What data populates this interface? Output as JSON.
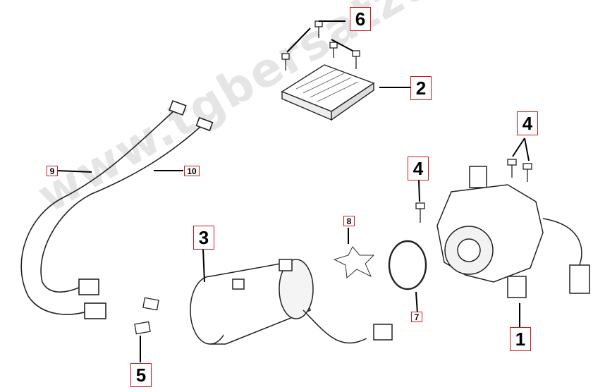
{
  "watermark": "www.tgbersatzteile.de",
  "callouts": {
    "c1": "1",
    "c2": "2",
    "c3": "3",
    "c4a": "4",
    "c4b": "4",
    "c5": "5",
    "c6": "6",
    "c7": "7",
    "c8": "8",
    "c9": "9",
    "c10": "10"
  },
  "colors": {
    "callout_border": "#d01818",
    "line": "#000000",
    "part_outline": "#222222"
  }
}
